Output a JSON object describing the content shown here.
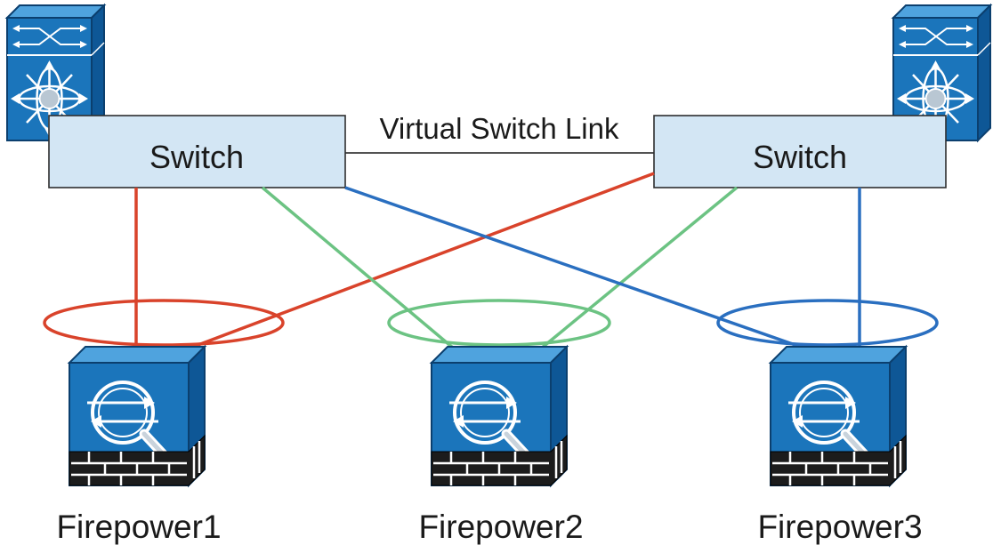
{
  "switches": [
    {
      "label": "Switch",
      "icon": "nexus-switch-icon"
    },
    {
      "label": "Switch",
      "icon": "nexus-switch-icon"
    }
  ],
  "link_label": "Virtual Switch Link",
  "devices": [
    {
      "label": "Firepower1",
      "icon": "firepower-appliance-icon"
    },
    {
      "label": "Firepower2",
      "icon": "firepower-appliance-icon"
    },
    {
      "label": "Firepower3",
      "icon": "firepower-appliance-icon"
    }
  ],
  "colors": {
    "red": "#d9432b",
    "green": "#6cc383",
    "blue": "#2a6fc0",
    "switch_box": "#d3e6f4",
    "icon_blue": "#1b75bb"
  }
}
